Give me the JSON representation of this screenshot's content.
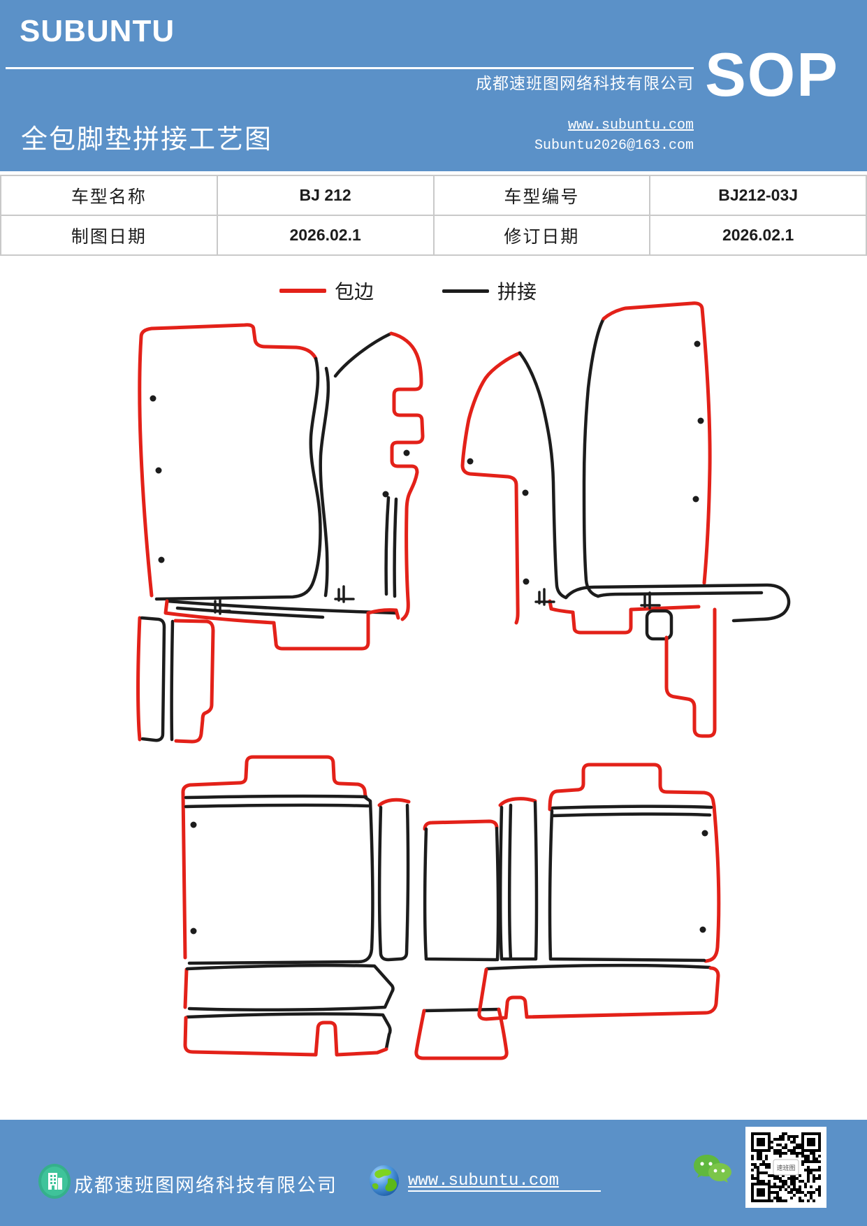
{
  "theme": {
    "band_color": "#5b91c8",
    "binding_color": "#e32119",
    "splice_color": "#1c1c1c"
  },
  "header": {
    "brand": "SUBUNTU",
    "title": "全包脚垫拼接工艺图",
    "company": "成都速班图网络科技有限公司",
    "website": "www.subuntu.com",
    "email": "Subuntu2026@163.com",
    "doc_type": "SOP"
  },
  "info_table": {
    "rows": [
      [
        "车型名称",
        "BJ 212",
        "车型编号",
        "BJ212-03J"
      ],
      [
        "制图日期",
        "2026.02.1",
        "修订日期",
        "2026.02.1"
      ]
    ]
  },
  "legend": {
    "items": [
      {
        "label": "包边",
        "color": "#e32119"
      },
      {
        "label": "拼接",
        "color": "#1c1c1c"
      }
    ]
  },
  "footer": {
    "company": "成都速班图网络科技有限公司",
    "website": "www.subuntu.com",
    "qr_label": "速班图"
  }
}
